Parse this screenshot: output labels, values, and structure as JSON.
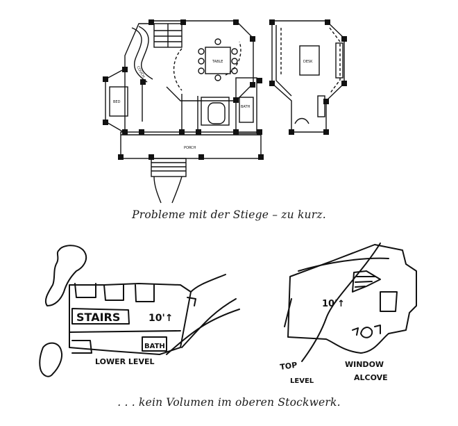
{
  "captions": {
    "top": "Probleme mit der Stiege – zu kurz.",
    "bottom": ". . . kein Volumen im oberen Stockwerk."
  },
  "plan_labels": {
    "table": "TABLE",
    "bed": "BED",
    "couch": "COUCH",
    "porch": "PORCH",
    "bath": "BATH",
    "desk": "DESK"
  },
  "sketch_left": {
    "stairs": "STAIRS",
    "height": "10'↑",
    "bath": "BATH",
    "level": "LOWER LEVEL"
  },
  "sketch_right": {
    "height": "10'↑",
    "top": "TOP",
    "level": "LEVEL",
    "window": "WINDOW",
    "alcove": "ALCOVE"
  }
}
